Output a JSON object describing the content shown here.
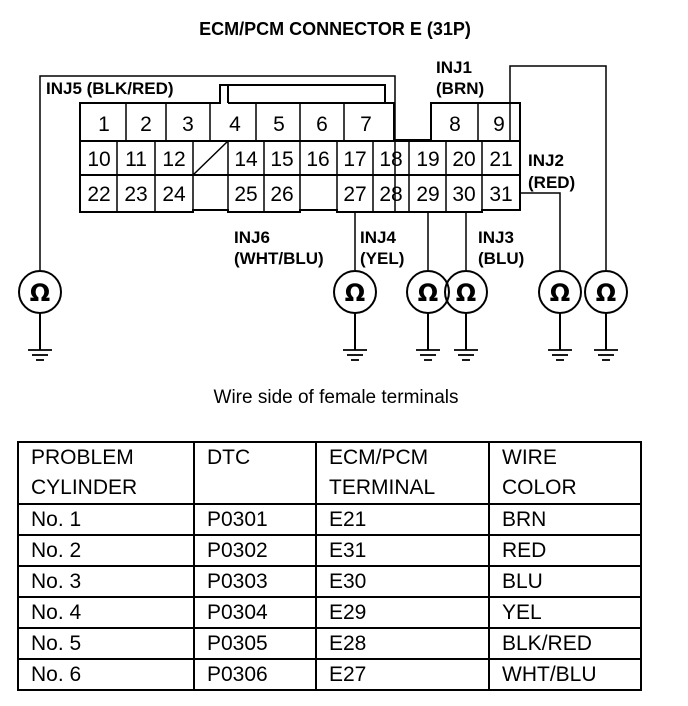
{
  "title": "ECM/PCM CONNECTOR E (31P)",
  "caption": "Wire side of female terminals",
  "labels": {
    "inj5": "INJ5 (BLK/RED)",
    "inj1_a": "INJ1",
    "inj1_b": "(BRN)",
    "inj2_a": "INJ2",
    "inj2_b": "(RED)",
    "inj6_a": "INJ6",
    "inj6_b": "(WHT/BLU)",
    "inj4_a": "INJ4",
    "inj4_b": "(YEL)",
    "inj3_a": "INJ3",
    "inj3_b": "(BLU)"
  },
  "ohm_symbol": "Ω",
  "pins": {
    "r1": [
      "1",
      "2",
      "3",
      "4",
      "5",
      "6",
      "7",
      "8",
      "9"
    ],
    "r2": [
      "10",
      "11",
      "12",
      "14",
      "15",
      "16",
      "17",
      "18",
      "19",
      "20",
      "21"
    ],
    "r3": [
      "22",
      "23",
      "24",
      "25",
      "26",
      "27",
      "28",
      "29",
      "30",
      "31"
    ]
  },
  "table": {
    "headers": [
      "PROBLEM CYLINDER",
      "DTC",
      "ECM/PCM TERMINAL",
      "WIRE COLOR"
    ],
    "header_lines": [
      [
        "PROBLEM",
        "CYLINDER"
      ],
      [
        "DTC",
        ""
      ],
      [
        "ECM/PCM",
        "TERMINAL"
      ],
      [
        "WIRE",
        "COLOR"
      ]
    ],
    "rows": [
      [
        "No. 1",
        "P0301",
        "E21",
        "BRN"
      ],
      [
        "No. 2",
        "P0302",
        "E31",
        "RED"
      ],
      [
        "No. 3",
        "P0303",
        "E30",
        "BLU"
      ],
      [
        "No. 4",
        "P0304",
        "E29",
        "YEL"
      ],
      [
        "No. 5",
        "P0305",
        "E28",
        "BLK/RED"
      ],
      [
        "No. 6",
        "P0306",
        "E27",
        "WHT/BLU"
      ]
    ]
  }
}
